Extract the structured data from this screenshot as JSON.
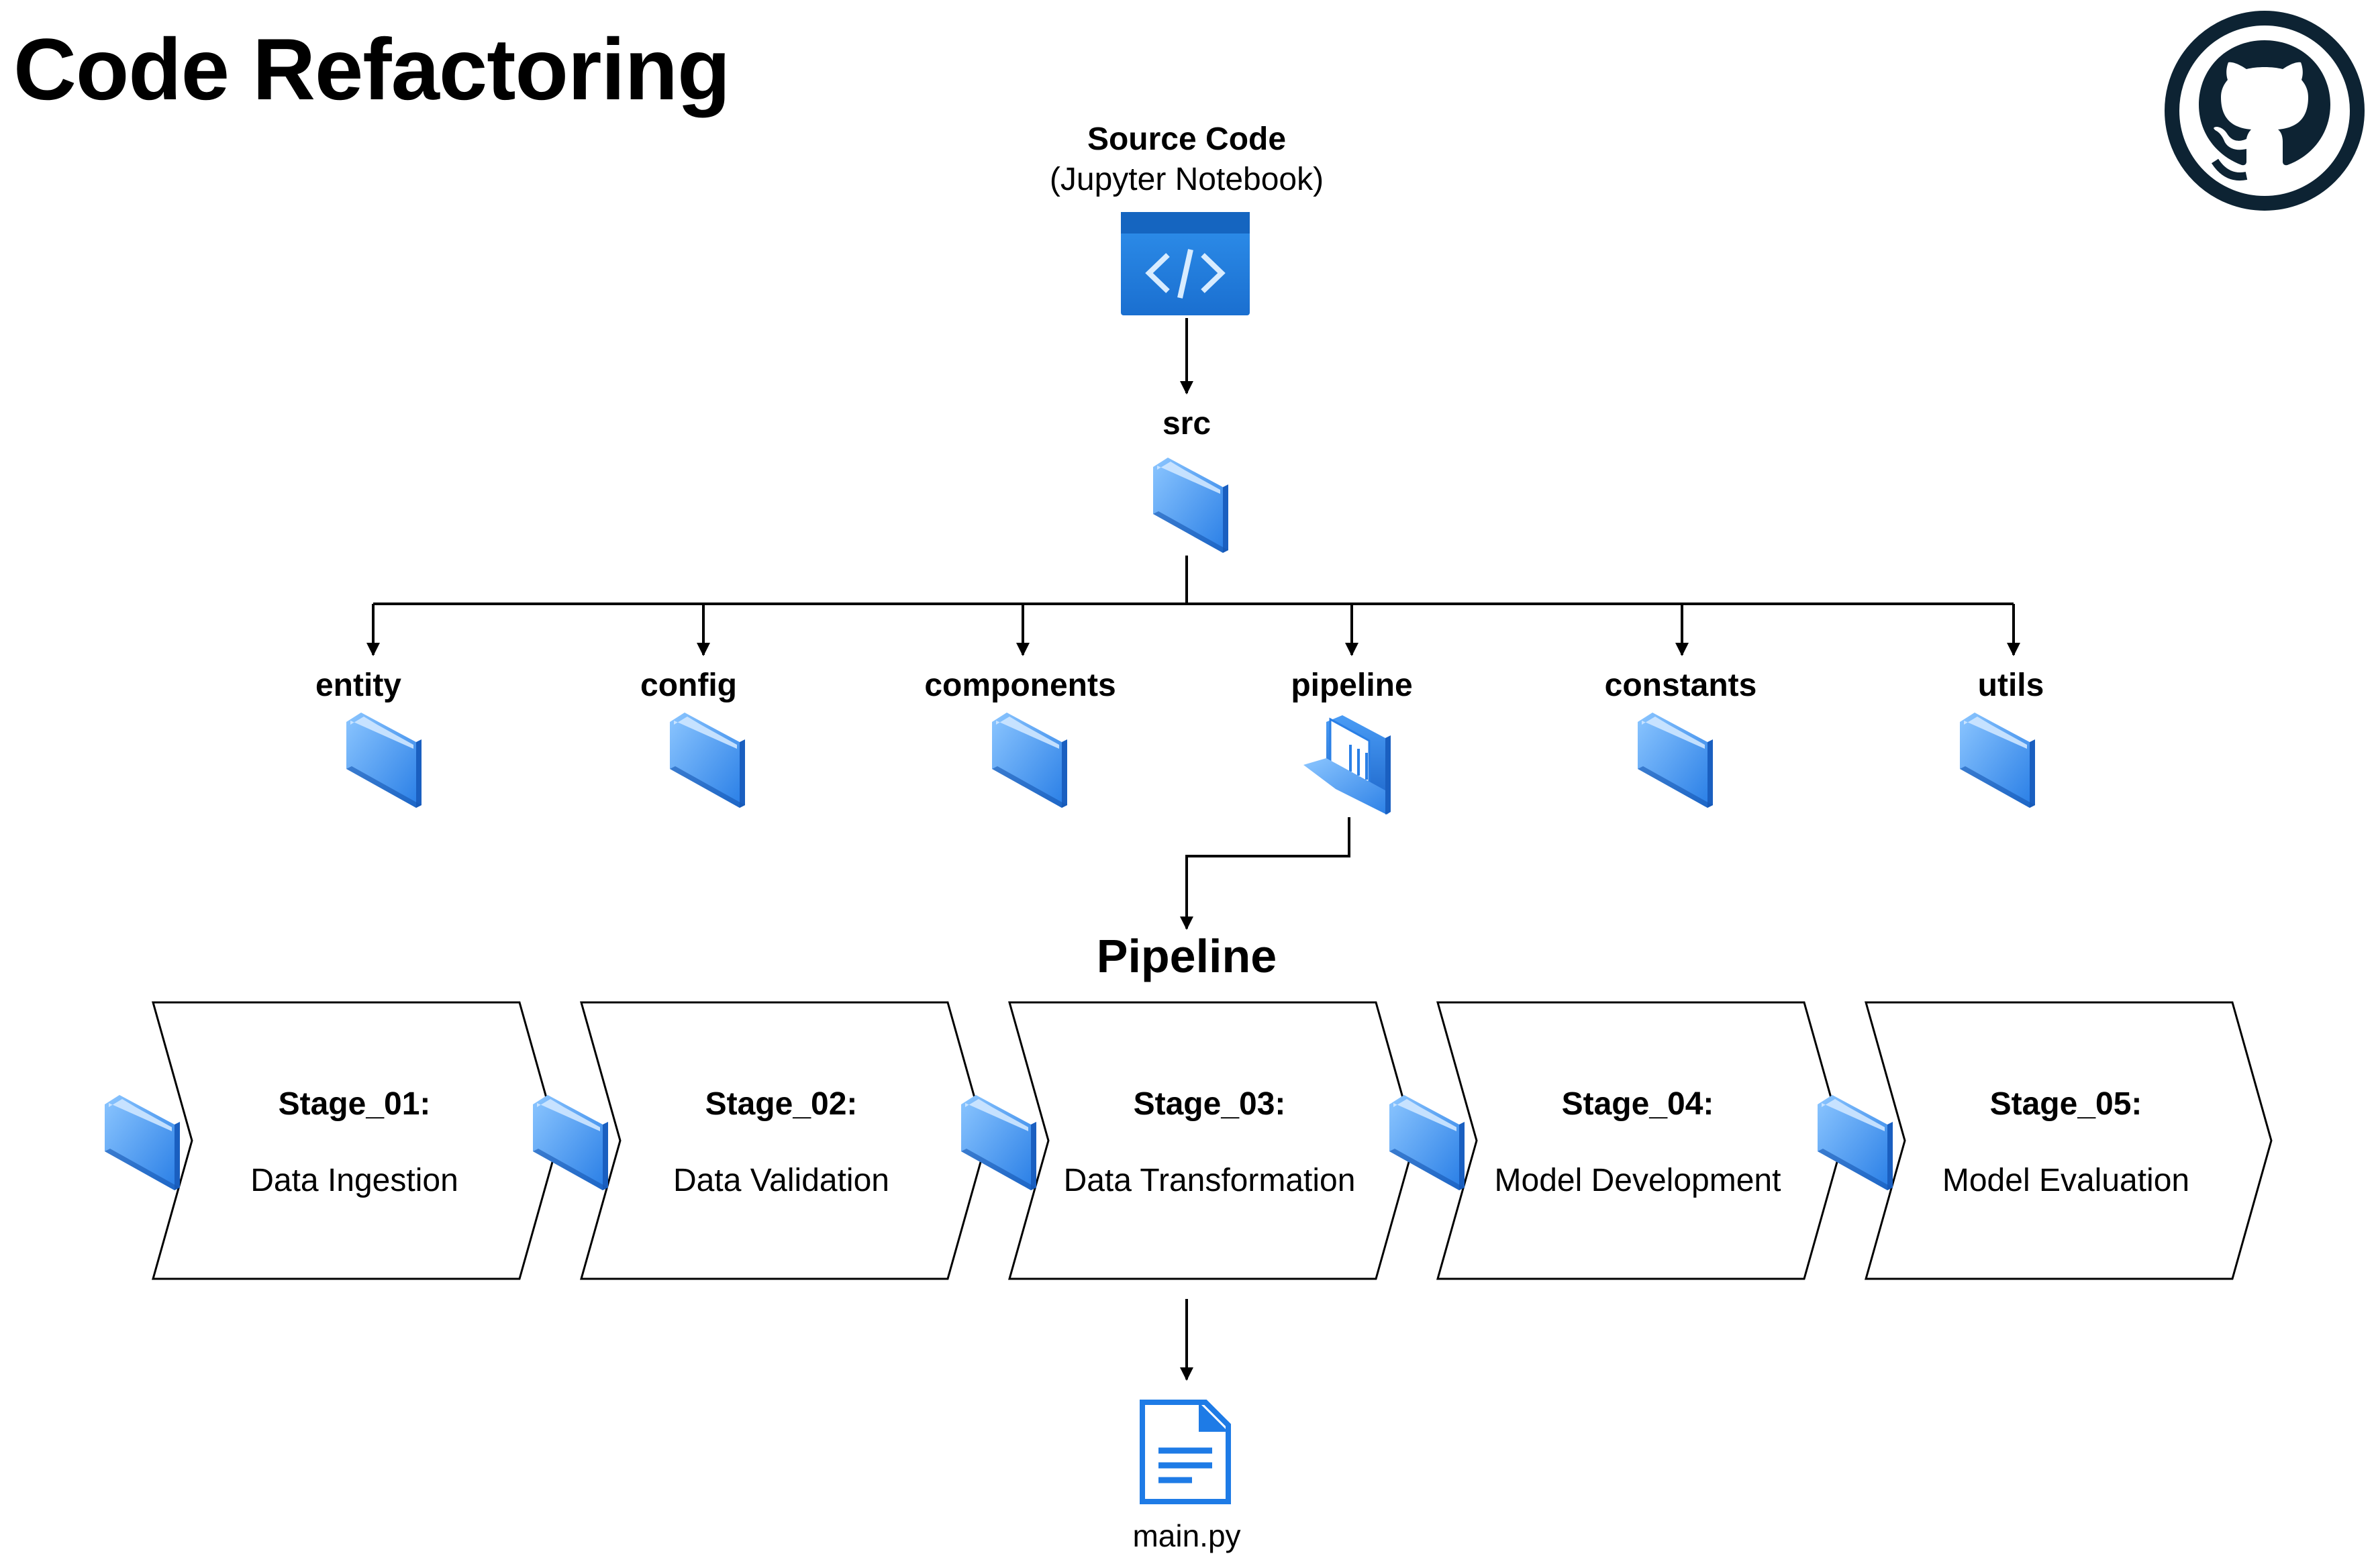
{
  "title": "Code Refactoring",
  "source": {
    "title": "Source Code",
    "subtitle": "(Jupyter Notebook)",
    "icon": "code-window-icon"
  },
  "src": {
    "label": "src",
    "icon": "folder-icon"
  },
  "folders": [
    {
      "label": "entity",
      "icon": "folder-icon"
    },
    {
      "label": "config",
      "icon": "folder-icon"
    },
    {
      "label": "components",
      "icon": "folder-icon"
    },
    {
      "label": "pipeline",
      "icon": "open-folder-icon"
    },
    {
      "label": "constants",
      "icon": "folder-icon"
    },
    {
      "label": "utils",
      "icon": "folder-icon"
    }
  ],
  "pipeline": {
    "title": "Pipeline",
    "stages": [
      {
        "id": "Stage_01:",
        "name": "Data Ingestion"
      },
      {
        "id": "Stage_02:",
        "name": "Data Validation"
      },
      {
        "id": "Stage_03:",
        "name": "Data Transformation"
      },
      {
        "id": "Stage_04:",
        "name": "Model Development"
      },
      {
        "id": "Stage_05:",
        "name": "Model Evaluation"
      }
    ]
  },
  "output": {
    "label": "main.py",
    "icon": "document-icon"
  },
  "logo": "github-octocat-icon",
  "colors": {
    "folder_light": "#70b4ff",
    "folder_dark": "#1e6fd9",
    "code_icon": "#1976d2",
    "github": "#0d2333"
  }
}
